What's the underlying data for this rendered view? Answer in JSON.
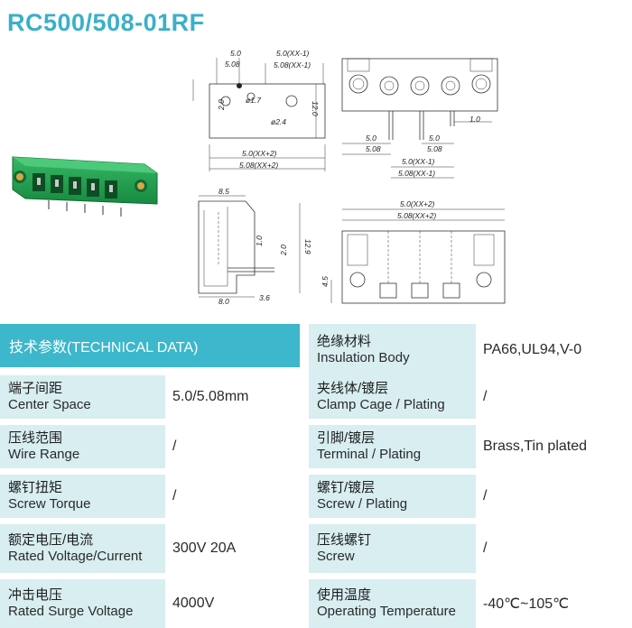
{
  "title": "RC500/508-01RF",
  "drawing_labels": {
    "front": {
      "pitch_a": "5.0",
      "pitch_b": "5.08",
      "pitch_c": "5.0(XX-1)",
      "pitch_d": "5.08(XX-1)",
      "hole_small": "ø1.7",
      "hole_large": "ø2.4",
      "height": "12.0",
      "offset": "2.0",
      "total_a": "5.0(XX+2)",
      "total_b": "5.08(XX+2)"
    },
    "side_top": {
      "pin": "1.0",
      "p_a": "5.0",
      "p_b": "5.08",
      "p_c": "5.0",
      "p_d": "5.08",
      "t_a": "5.0(XX-1)",
      "t_b": "5.08(XX-1)"
    },
    "profile": {
      "depth": "8.5",
      "h1": "1.0",
      "h2": "2.0",
      "h3": "12.9",
      "w1": "8.0",
      "w2": "3.6"
    },
    "bottom": {
      "t_a": "5.0(XX+2)",
      "t_b": "5.08(XX+2)",
      "h": "4.5"
    }
  },
  "table": {
    "header": "技术参数(TECHNICAL DATA)",
    "left": [
      {
        "cn": "端子间距",
        "en": "Center Space",
        "value": "5.0/5.08mm"
      },
      {
        "cn": "压线范围",
        "en": "Wire Range",
        "value": "/"
      },
      {
        "cn": "螺钉扭矩",
        "en": "Screw Torque",
        "value": "/"
      },
      {
        "cn": "额定电压/电流",
        "en": "Rated Voltage/Current",
        "value": "300V 20A"
      },
      {
        "cn": "冲击电压",
        "en": "Rated Surge Voltage",
        "value": "4000V"
      }
    ],
    "right": [
      {
        "cn": "绝缘材料",
        "en": "Insulation Body",
        "value": "PA66,UL94,V-0"
      },
      {
        "cn": "夹线体/镀层",
        "en": "Clamp Cage / Plating",
        "value": "/"
      },
      {
        "cn": "引脚/镀层",
        "en": "Terminal / Plating",
        "value": "Brass,Tin plated"
      },
      {
        "cn": "螺钉/镀层",
        "en": "Screw / Plating",
        "value": "/"
      },
      {
        "cn": "压线螺钉",
        "en": "Screw",
        "value": "/"
      },
      {
        "cn": "使用温度",
        "en": "Operating Temperature",
        "value": "-40℃~105℃"
      }
    ]
  },
  "colors": {
    "title": "#3ab0c8",
    "header": "#3cb7cb",
    "label_bg": "#d8eef1",
    "product": "#1f9a4b"
  }
}
